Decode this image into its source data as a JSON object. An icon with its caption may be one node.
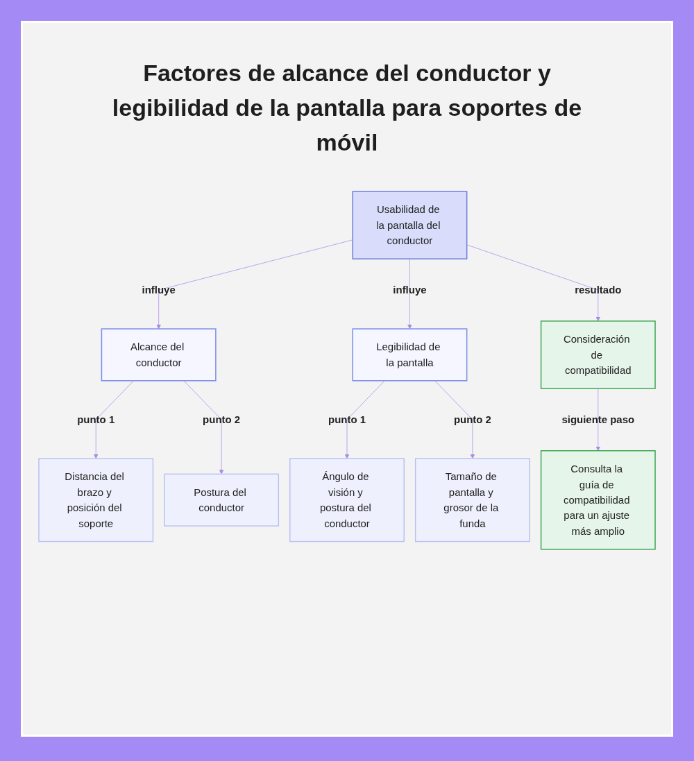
{
  "diagram": {
    "title": "Factores de alcance del conductor y legibilidad de la pantalla para soportes de móvil",
    "nodes": [
      {
        "text": [
          "Usabilidad de la pantalla del conductor"
        ]
      },
      {
        "text": [
          "Alcance del conductor"
        ]
      },
      {
        "text": [
          "Legibilidad de la pantalla"
        ]
      },
      {
        "text": [
          "Consideración de compatibilidad"
        ]
      },
      {
        "text": [
          "Distancia del brazo y posición del soporte"
        ]
      },
      {
        "text": [
          "Postura del conductor"
        ]
      },
      {
        "text": [
          "Ángulo de visión y postura del conductor"
        ]
      },
      {
        "text": [
          "Tamaño de pantalla y grosor de la funda"
        ]
      },
      {
        "text": [
          "Consulta la guía de compatibilidad para un ajuste más amplio"
        ]
      }
    ],
    "edges": [
      {
        "from": 0,
        "to": 1,
        "arrow": "to",
        "label": "influye"
      },
      {
        "from": 0,
        "to": 2,
        "arrow": "to",
        "label": "influye"
      },
      {
        "from": 0,
        "to": 3,
        "arrow": "to",
        "label": "resultado"
      },
      {
        "from": 1,
        "to": 4,
        "arrow": "to",
        "label": "punto 1"
      },
      {
        "from": 1,
        "to": 5,
        "arrow": "to",
        "label": "punto 2"
      },
      {
        "from": 2,
        "to": 6,
        "arrow": "to",
        "label": "punto 1"
      },
      {
        "from": 2,
        "to": 7,
        "arrow": "to",
        "label": "punto 2"
      },
      {
        "from": 3,
        "to": 8,
        "arrow": "to",
        "label": "siguiente paso"
      }
    ]
  }
}
